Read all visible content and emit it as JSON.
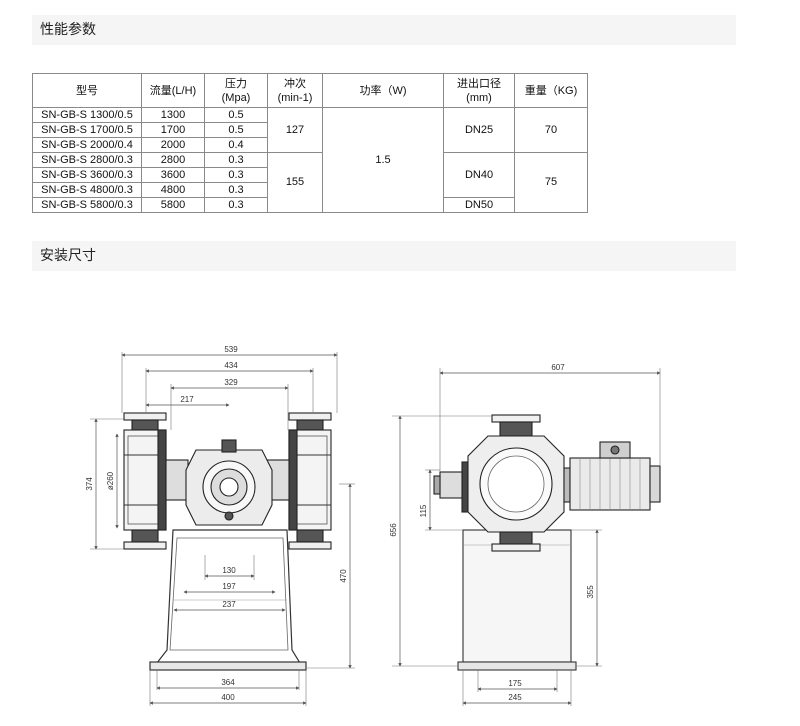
{
  "sections": {
    "performance_title": "性能参数",
    "install_title": "安装尺寸"
  },
  "table": {
    "headers": {
      "model": "型号",
      "flow": "流量(L/H)",
      "pressure_line1": "压力",
      "pressure_line2": "(Mpa)",
      "stroke_line1": "冲次",
      "stroke_line2": "(min-1)",
      "power": "功率（W)",
      "port_line1": "进出口径",
      "port_line2": "(mm)",
      "weight": "重量（KG)"
    },
    "rows": [
      {
        "model": "SN-GB-S 1300/0.5",
        "flow": "1300",
        "pressure": "0.5"
      },
      {
        "model": "SN-GB-S 1700/0.5",
        "flow": "1700",
        "pressure": "0.5"
      },
      {
        "model": "SN-GB-S 2000/0.4",
        "flow": "2000",
        "pressure": "0.4"
      },
      {
        "model": "SN-GB-S 2800/0.3",
        "flow": "2800",
        "pressure": "0.3"
      },
      {
        "model": "SN-GB-S 3600/0.3",
        "flow": "3600",
        "pressure": "0.3"
      },
      {
        "model": "SN-GB-S 4800/0.3",
        "flow": "4800",
        "pressure": "0.3"
      },
      {
        "model": "SN-GB-S 5800/0.3",
        "flow": "5800",
        "pressure": "0.3"
      }
    ],
    "stroke_groups": [
      "127",
      "155"
    ],
    "power": "1.5",
    "port_groups": [
      "DN25",
      "DN40",
      "DN50"
    ],
    "weight_groups": [
      "70",
      "75"
    ]
  },
  "front_view": {
    "dims": {
      "w539": "539",
      "w434": "434",
      "w329": "329",
      "w217": "217",
      "h374": "374",
      "d260": "ø260",
      "b130": "130",
      "b197": "197",
      "b237": "237",
      "h470": "470",
      "f364": "364",
      "f400": "400"
    }
  },
  "side_view": {
    "dims": {
      "w607": "607",
      "h656": "656",
      "h115": "115",
      "h355": "355",
      "b175": "175",
      "b245": "245"
    }
  }
}
